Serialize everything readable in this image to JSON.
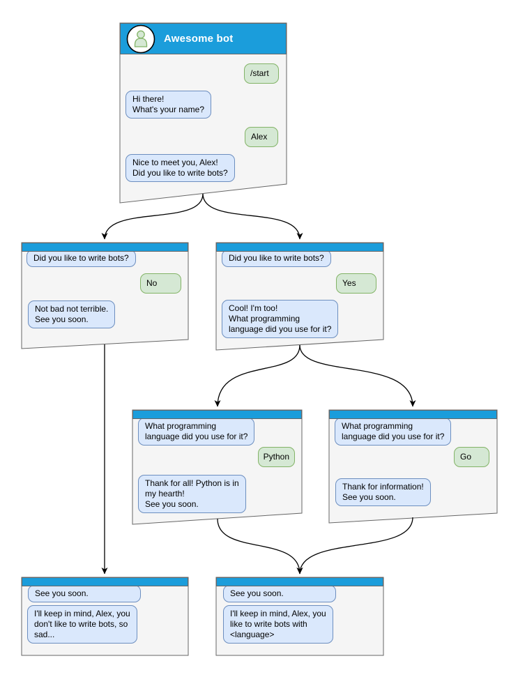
{
  "windows": {
    "start": {
      "title": "Awesome bot",
      "m1": "/start",
      "m2": "Hi there!\nWhat's your name?",
      "m3": "Alex",
      "m4": "Nice to meet you, Alex!\nDid you like to write bots?"
    },
    "branch_no": {
      "m1": "Did you like to write bots?",
      "m2": "No",
      "m3": "Not bad not terrible.\nSee you soon."
    },
    "branch_yes": {
      "m1": "Did you like to write bots?",
      "m2": "Yes",
      "m3": "Cool! I'm too!\nWhat programming\nlanguage did you use for it?"
    },
    "branch_python": {
      "m1": "What programming\nlanguage did you use for it?",
      "m2": "Python",
      "m3": "Thank for all! Python is in\nmy hearth!\nSee you soon."
    },
    "branch_go": {
      "m1": "What programming\nlanguage did you use for it?",
      "m2": "Go",
      "m3": "Thank for information!\nSee you soon."
    },
    "farewell_no": {
      "m1": "See you soon.",
      "m2": "I'll keep in mind, Alex, you\ndon't like to write bots, so\nsad..."
    },
    "farewell_yes": {
      "m1": "See you soon.",
      "m2": "I'll keep in mind, Alex, you\nlike to write bots with\n<language>"
    }
  },
  "icons": {
    "avatar": "bot-avatar-icon"
  },
  "colors": {
    "titlebar_blue": "#1B9DDB",
    "window_fill": "#F5F5F5",
    "window_border": "#666666",
    "bot_bubble_fill": "#DAE8FC",
    "bot_bubble_border": "#6C8EBF",
    "user_bubble_fill": "#D5E8D4",
    "user_bubble_border": "#82B366",
    "connector": "#000000",
    "title_text": "#FFFFFF"
  }
}
